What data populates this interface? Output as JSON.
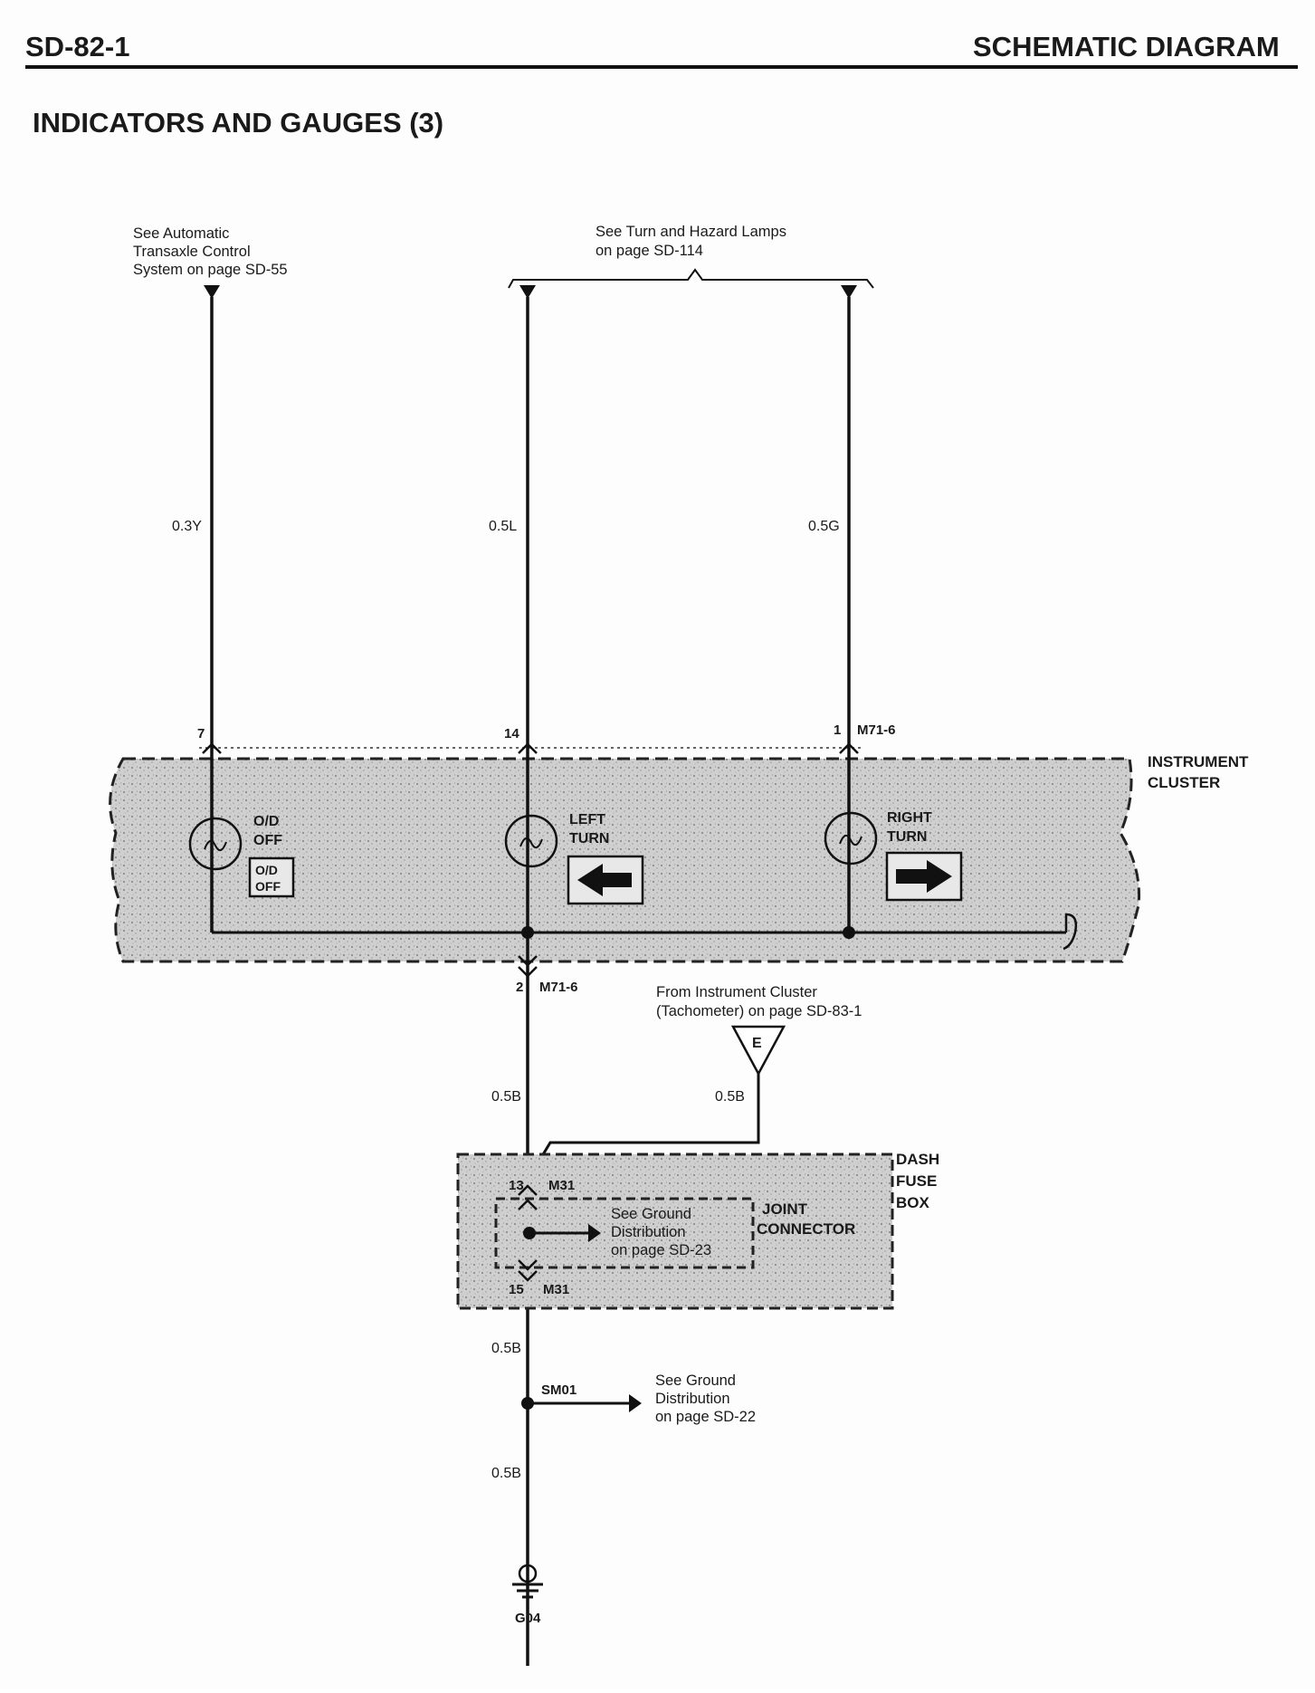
{
  "header": {
    "page_code": "SD-82-1",
    "section": "SCHEMATIC DIAGRAM"
  },
  "title": "INDICATORS AND GAUGES (3)",
  "references": {
    "at_control": [
      "See Automatic",
      "Transaxle Control",
      "System on page SD-55"
    ],
    "turn_hazard": [
      "See Turn and Hazard Lamps",
      "on page SD-114"
    ],
    "from_cluster": [
      "From Instrument Cluster",
      "(Tachometer) on page SD-83-1"
    ],
    "ground_sd23": [
      "See Ground",
      "Distribution",
      "on page SD-23"
    ],
    "ground_sd22": [
      "See Ground",
      "Distribution",
      "on page SD-22"
    ]
  },
  "wires": {
    "od": "0.3Y",
    "left": "0.5L",
    "right": "0.5G",
    "ground_upper": "0.5B",
    "tach": "0.5B",
    "ground_mid": "0.5B",
    "ground_lower": "0.5B"
  },
  "pins": {
    "od": "7",
    "left": "14",
    "right": "1",
    "right_conn": "M71-6",
    "cluster_ground": "2",
    "cluster_ground_conn": "M71-6",
    "fuse_in": "13",
    "fuse_in_conn": "M31",
    "fuse_out": "15",
    "fuse_out_conn": "M31"
  },
  "components": {
    "instrument_cluster": [
      "INSTRUMENT",
      "CLUSTER"
    ],
    "od_lamp": [
      "O/D",
      "OFF"
    ],
    "od_symbol": [
      "O/D",
      "OFF"
    ],
    "left_turn": [
      "LEFT",
      "TURN"
    ],
    "right_turn": [
      "RIGHT",
      "TURN"
    ],
    "dash_fuse_box": [
      "DASH",
      "FUSE",
      "BOX"
    ],
    "joint_connector": [
      "JOINT",
      "CONNECTOR"
    ],
    "connector_e": "E",
    "splice": "SM01",
    "ground_point": "G04"
  }
}
